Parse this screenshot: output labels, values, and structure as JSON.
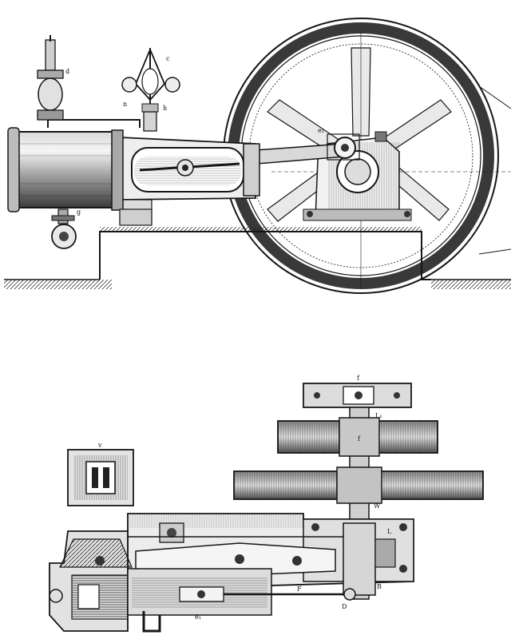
{
  "engraving": {
    "ink": "#161616",
    "paper": "#ffffff",
    "elevation_labels": {
      "governor_c": "c",
      "valve_d": "d",
      "pipe_g": "g",
      "cock_n": "n",
      "spindle_h": "h",
      "eccentric_e": "e₂"
    },
    "plan_labels": {
      "bearing_f": "f",
      "bearing_L": "L₁",
      "pulley_f": "f",
      "wheel_W": "W",
      "crank_L": "L",
      "rod_F": "F",
      "pin_B": "B",
      "pin_D": "D",
      "eccentric_e": "e₁",
      "section_v": "v"
    }
  }
}
